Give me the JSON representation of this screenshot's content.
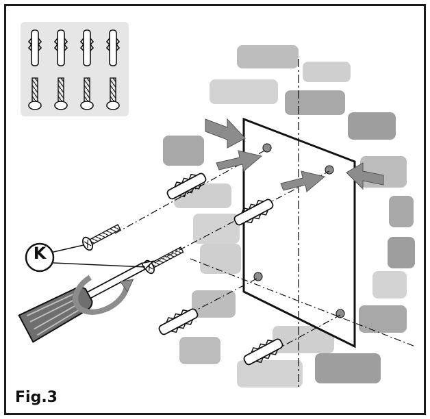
{
  "figure": {
    "label": "Fig.3",
    "callout": "K"
  },
  "colors": {
    "frame": "#1a1a1a",
    "brick_dark": "#9e9e9e",
    "brick_light": "#cfcfcf",
    "plate": "#ffffff",
    "arrow": "#8c8c8c",
    "hardware_panel": "#e6e6e6"
  },
  "hardware_kit": {
    "anchors_count": 4,
    "screws_count": 4
  }
}
